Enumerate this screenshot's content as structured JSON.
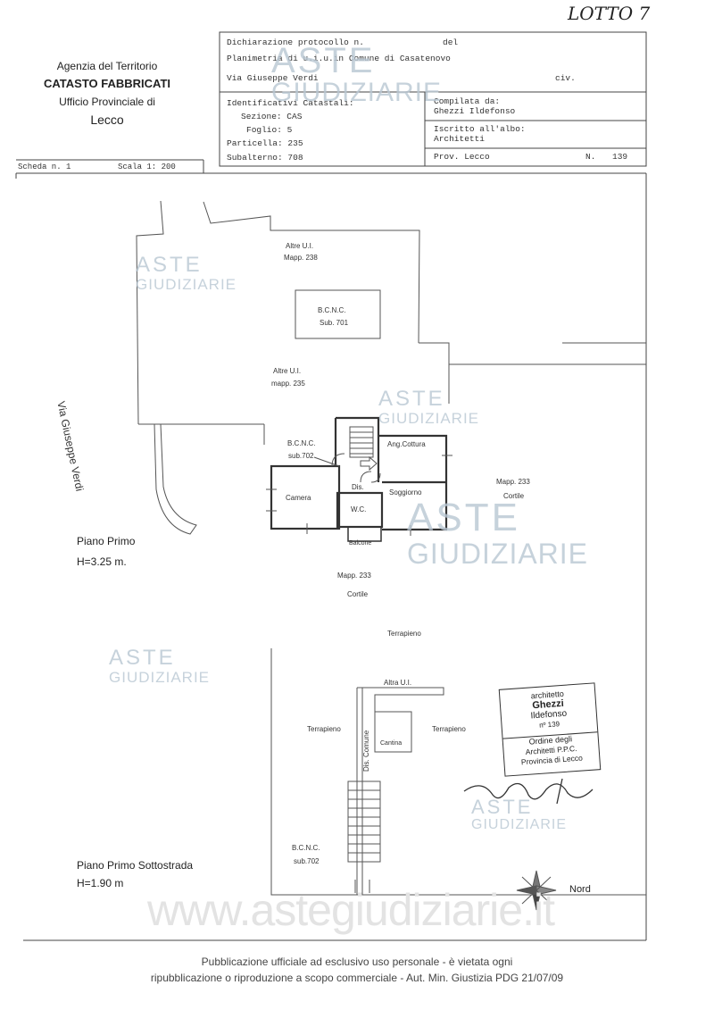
{
  "lot_mark": "LOTTO 7",
  "agency": {
    "line1": "Agenzia del Territorio",
    "line2": "CATASTO FABBRICATI",
    "line3": "Ufficio Provinciale di",
    "line4": "Lecco"
  },
  "header": {
    "dichiarazione": "Dichiarazione protocollo n.",
    "del": "del",
    "planimetria": "Planimetria di u.i.u.in Comune di Casatenovo",
    "via": "Via Giuseppe Verdi",
    "civ": "civ.",
    "identificativi": "Identificativi Catastali:",
    "sezione": "Sezione: CAS",
    "foglio": "Foglio: 5",
    "particella": "Particella: 235",
    "subalterno": "Subalterno: 708",
    "compilata": "Compilata da:",
    "compilata_nome": "Ghezzi Ildefonso",
    "iscritto": "Iscritto all'albo:",
    "iscritto_albo": "Architetti",
    "prov": "Prov. Lecco",
    "n_label": "N.",
    "n_value": "139",
    "scheda": "Scheda n. 1",
    "scala": "Scala 1: 200"
  },
  "plan_upper": {
    "altre_ui_top": "Altre U.I.",
    "mapp_238": "Mapp. 238",
    "bcnc_1": "B.C.N.C.",
    "sub_701": "Sub. 701",
    "altre_ui_mid": "Altre U.I.",
    "mapp_235": "mapp. 235",
    "street": "Via Giuseppe Verdi",
    "bcnc_2": "B.C.N.C.",
    "sub_702": "sub.702",
    "ang_cottura": "Ang.Cottura",
    "dis": "Dis.",
    "soggiorno": "Soggiorno",
    "camera": "Camera",
    "wc": "W.C.",
    "balcone": "Balcone",
    "mapp_233_right": "Mapp. 233",
    "cortile_right": "Cortile",
    "mapp_233_bottom": "Mapp. 233",
    "cortile_bottom": "Cortile",
    "floor_name": "Piano  Primo",
    "floor_height": "H=3.25 m."
  },
  "plan_lower": {
    "terrapieno_top": "Terrapieno",
    "altra_ui": "Altra U.I.",
    "terrapieno_left": "Terrapieno",
    "terrapieno_right": "Terrapieno",
    "dis_comune": "Dis. Comune",
    "cantina": "Cantina",
    "bcnc": "B.C.N.C.",
    "sub_702": "sub.702",
    "floor_name": "Piano  Primo Sottostrada",
    "floor_height": "H=1.90 m",
    "nord": "Nord"
  },
  "stamp": {
    "l1": "architetto",
    "l2": "Ghezzi",
    "l3": "Ildefonso",
    "l4": "nº 139",
    "l5": "Ordine degli",
    "l6": "Architetti P.P.C.",
    "l7": "Provincia di Lecco"
  },
  "watermark": {
    "aste": "ASTE",
    "giudiziarie": "GIUDIZIARIE",
    "url": "www.astegiudiziarie.it"
  },
  "footer": {
    "line1": "Pubblicazione ufficiale ad esclusivo uso personale - è vietata ogni",
    "line2": "ripubblicazione o riproduzione a scopo commerciale - Aut. Min. Giustizia PDG 21/07/09"
  }
}
